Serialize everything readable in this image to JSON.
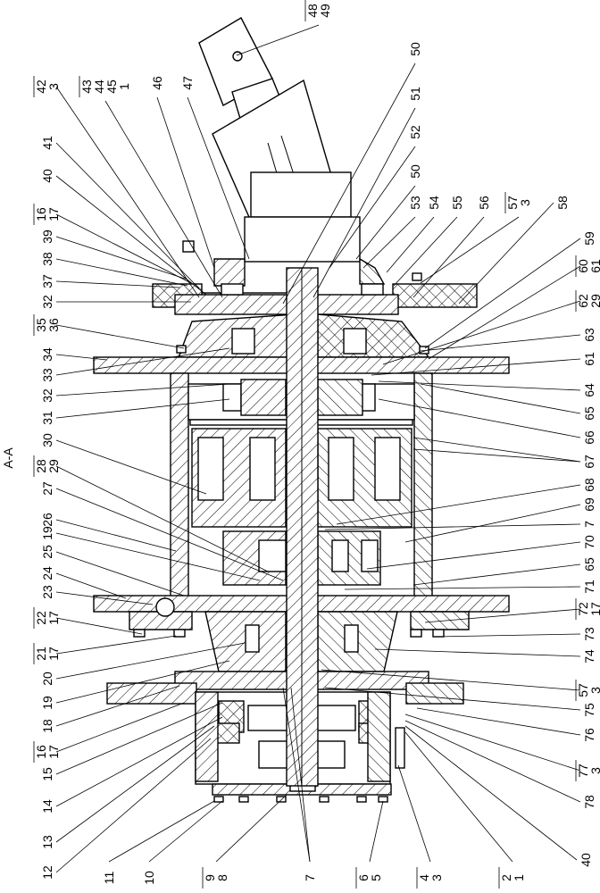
{
  "section_title": "A-A",
  "labels": [
    [
      "A-A"
    ],
    [
      "48",
      "49"
    ],
    [
      "42",
      "3"
    ],
    [
      "43",
      "44",
      "45",
      "1"
    ],
    [
      "46"
    ],
    [
      "47"
    ],
    [
      "50"
    ],
    [
      "51"
    ],
    [
      "52"
    ],
    [
      "50"
    ],
    [
      "53"
    ],
    [
      "54"
    ],
    [
      "55"
    ],
    [
      "56"
    ],
    [
      "57",
      "3"
    ],
    [
      "58"
    ],
    [
      "59"
    ],
    [
      "60",
      "61"
    ],
    [
      "62",
      "29"
    ],
    [
      "41"
    ],
    [
      "40"
    ],
    [
      "16",
      "17"
    ],
    [
      "39"
    ],
    [
      "38"
    ],
    [
      "37"
    ],
    [
      "32"
    ],
    [
      "35",
      "36"
    ],
    [
      "34"
    ],
    [
      "33"
    ],
    [
      "32"
    ],
    [
      "31"
    ],
    [
      "30"
    ],
    [
      "28",
      "29"
    ],
    [
      "27"
    ],
    [
      "26"
    ],
    [
      "19"
    ],
    [
      "25"
    ],
    [
      "24"
    ],
    [
      "23"
    ],
    [
      "22",
      "17"
    ],
    [
      "21",
      "17"
    ],
    [
      "20"
    ],
    [
      "19"
    ],
    [
      "18"
    ],
    [
      "16",
      "17"
    ],
    [
      "15"
    ],
    [
      "14"
    ],
    [
      "13"
    ],
    [
      "12"
    ],
    [
      "11"
    ],
    [
      "10"
    ],
    [
      "9",
      "8"
    ],
    [
      "7"
    ],
    [
      "6",
      "5"
    ],
    [
      "4",
      "3"
    ],
    [
      "2",
      "1"
    ],
    [
      "40"
    ],
    [
      "78"
    ],
    [
      "77",
      "3"
    ],
    [
      "76"
    ],
    [
      "75"
    ],
    [
      "57",
      "3"
    ],
    [
      "74"
    ],
    [
      "73"
    ],
    [
      "72",
      "17"
    ],
    [
      "71"
    ],
    [
      "65"
    ],
    [
      "70"
    ],
    [
      "7"
    ],
    [
      "69"
    ],
    [
      "68"
    ],
    [
      "67"
    ],
    [
      "66"
    ],
    [
      "65"
    ],
    [
      "64"
    ],
    [
      "61"
    ],
    [
      "63"
    ]
  ]
}
